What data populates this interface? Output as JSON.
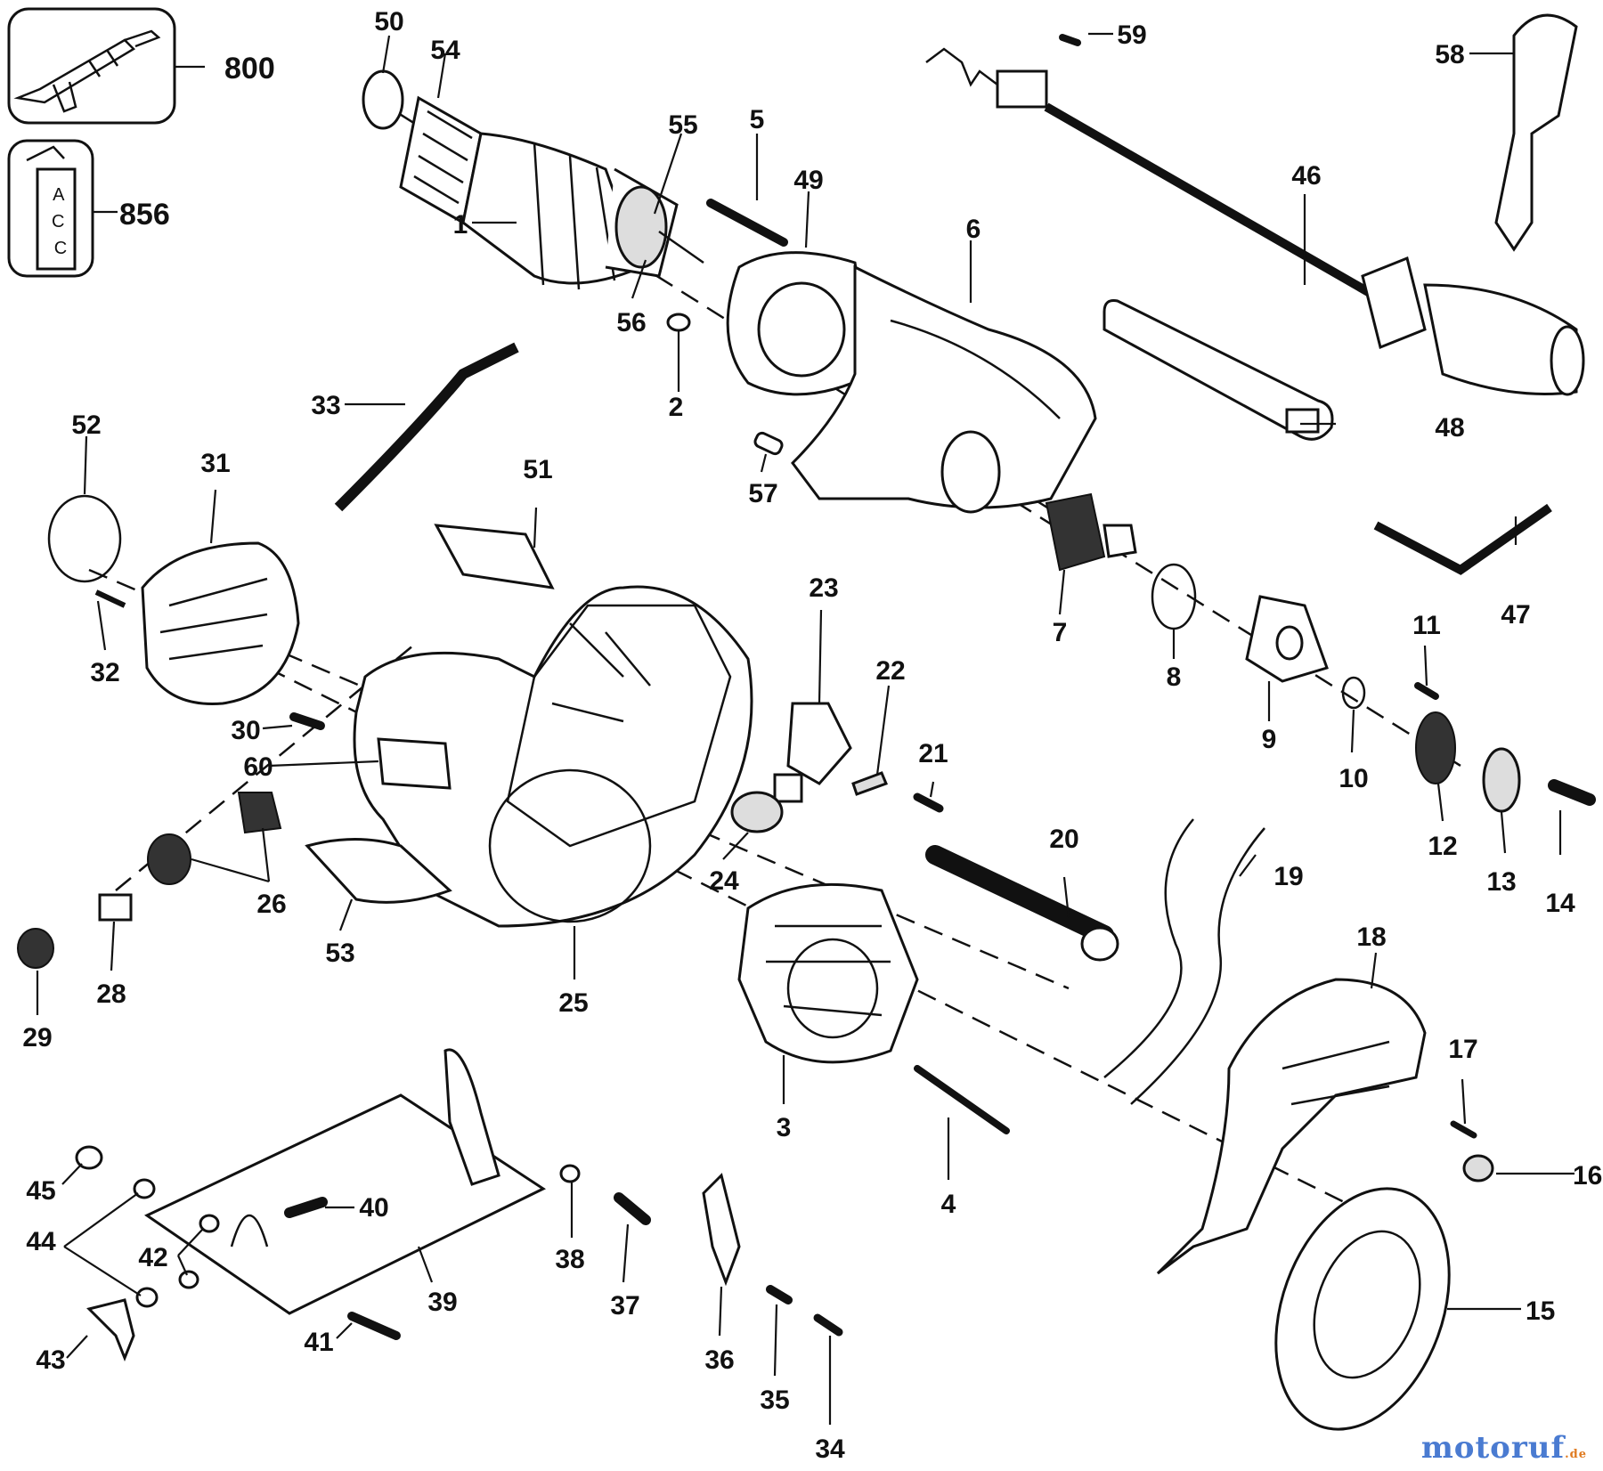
{
  "labels": {
    "p800": "800",
    "p856": "856",
    "p50": "50",
    "p54": "54",
    "p55": "55",
    "p1": "1",
    "p56": "56",
    "p5": "5",
    "p49": "49",
    "p2": "2",
    "p6": "6",
    "p57": "57",
    "p59": "59",
    "p58": "58",
    "p46": "46",
    "p48": "48",
    "p33": "33",
    "p52": "52",
    "p31": "31",
    "p32": "32",
    "p51": "51",
    "p23": "23",
    "p22": "22",
    "p30": "30",
    "p60": "60",
    "p21": "21",
    "p24": "24",
    "p26": "26",
    "p53": "53",
    "p25": "25",
    "p28": "28",
    "p29": "29",
    "p7": "7",
    "p8": "8",
    "p9": "9",
    "p10": "10",
    "p11": "11",
    "p12": "12",
    "p13": "13",
    "p14": "14",
    "p47": "47",
    "p20": "20",
    "p19": "19",
    "p18": "18",
    "p17": "17",
    "p16": "16",
    "p3": "3",
    "p4": "4",
    "p15": "15",
    "p45": "45",
    "p44": "44",
    "p42": "42",
    "p40": "40",
    "p43": "43",
    "p39": "39",
    "p41": "41",
    "p38": "38",
    "p37": "37",
    "p36": "36",
    "p35": "35",
    "p34": "34"
  },
  "box_856_text": "A\nC\nC",
  "watermark": {
    "name": "motoruf",
    "tld": ".de"
  }
}
